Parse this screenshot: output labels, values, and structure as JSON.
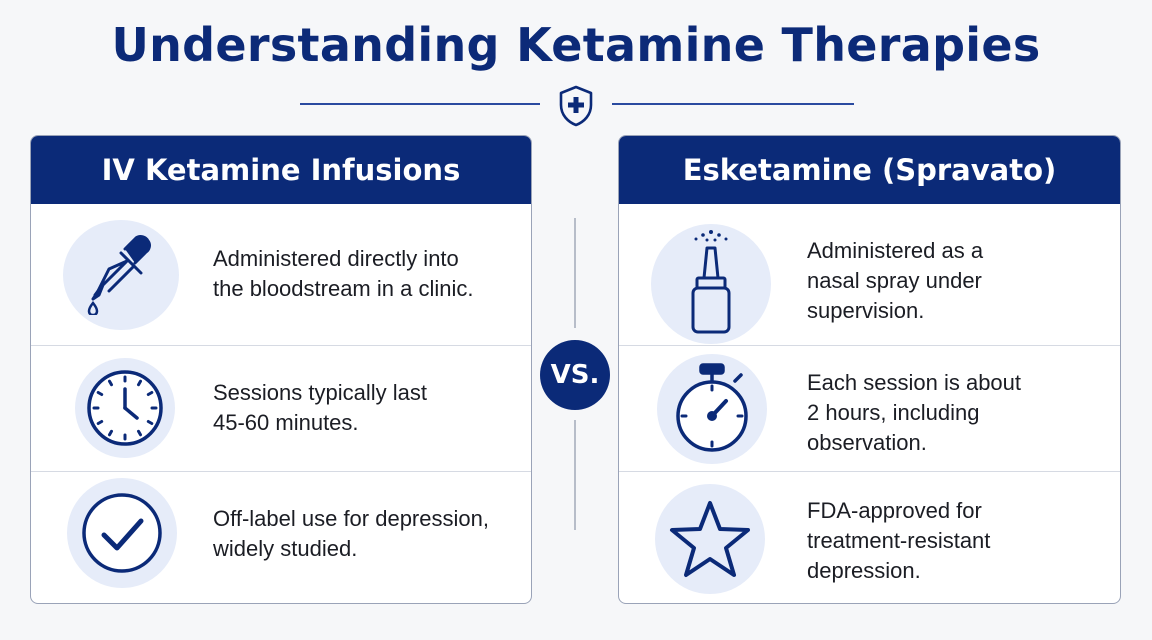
{
  "header": {
    "title": "Understanding Ketamine Therapies"
  },
  "left_panel": {
    "title": "IV Ketamine Infusions",
    "items": [
      {
        "icon": "dropper-icon",
        "lines": [
          "Administered directly into",
          "the bloodstream in a clinic."
        ]
      },
      {
        "icon": "clock-icon",
        "lines": [
          "Sessions typically last",
          "45-60 minutes."
        ]
      },
      {
        "icon": "checkmark-icon",
        "lines": [
          "Off-label use for depression,",
          "widely studied."
        ]
      }
    ]
  },
  "right_panel": {
    "title": "Esketamine (Spravato)",
    "items": [
      {
        "icon": "nasal-spray-icon",
        "lines": [
          "Administered as a",
          "nasal spray under",
          "supervision."
        ]
      },
      {
        "icon": "stopwatch-icon",
        "lines": [
          "Each session is about",
          "2 hours, including",
          "observation."
        ]
      },
      {
        "icon": "star-icon",
        "lines": [
          "FDA-approved for",
          "treatment-resistant",
          "depression."
        ]
      }
    ]
  },
  "vs_label": "VS.",
  "colors": {
    "navy": "#0b2a78",
    "icon_bg": "#e6ecf9",
    "page_bg": "#f6f7f9"
  }
}
